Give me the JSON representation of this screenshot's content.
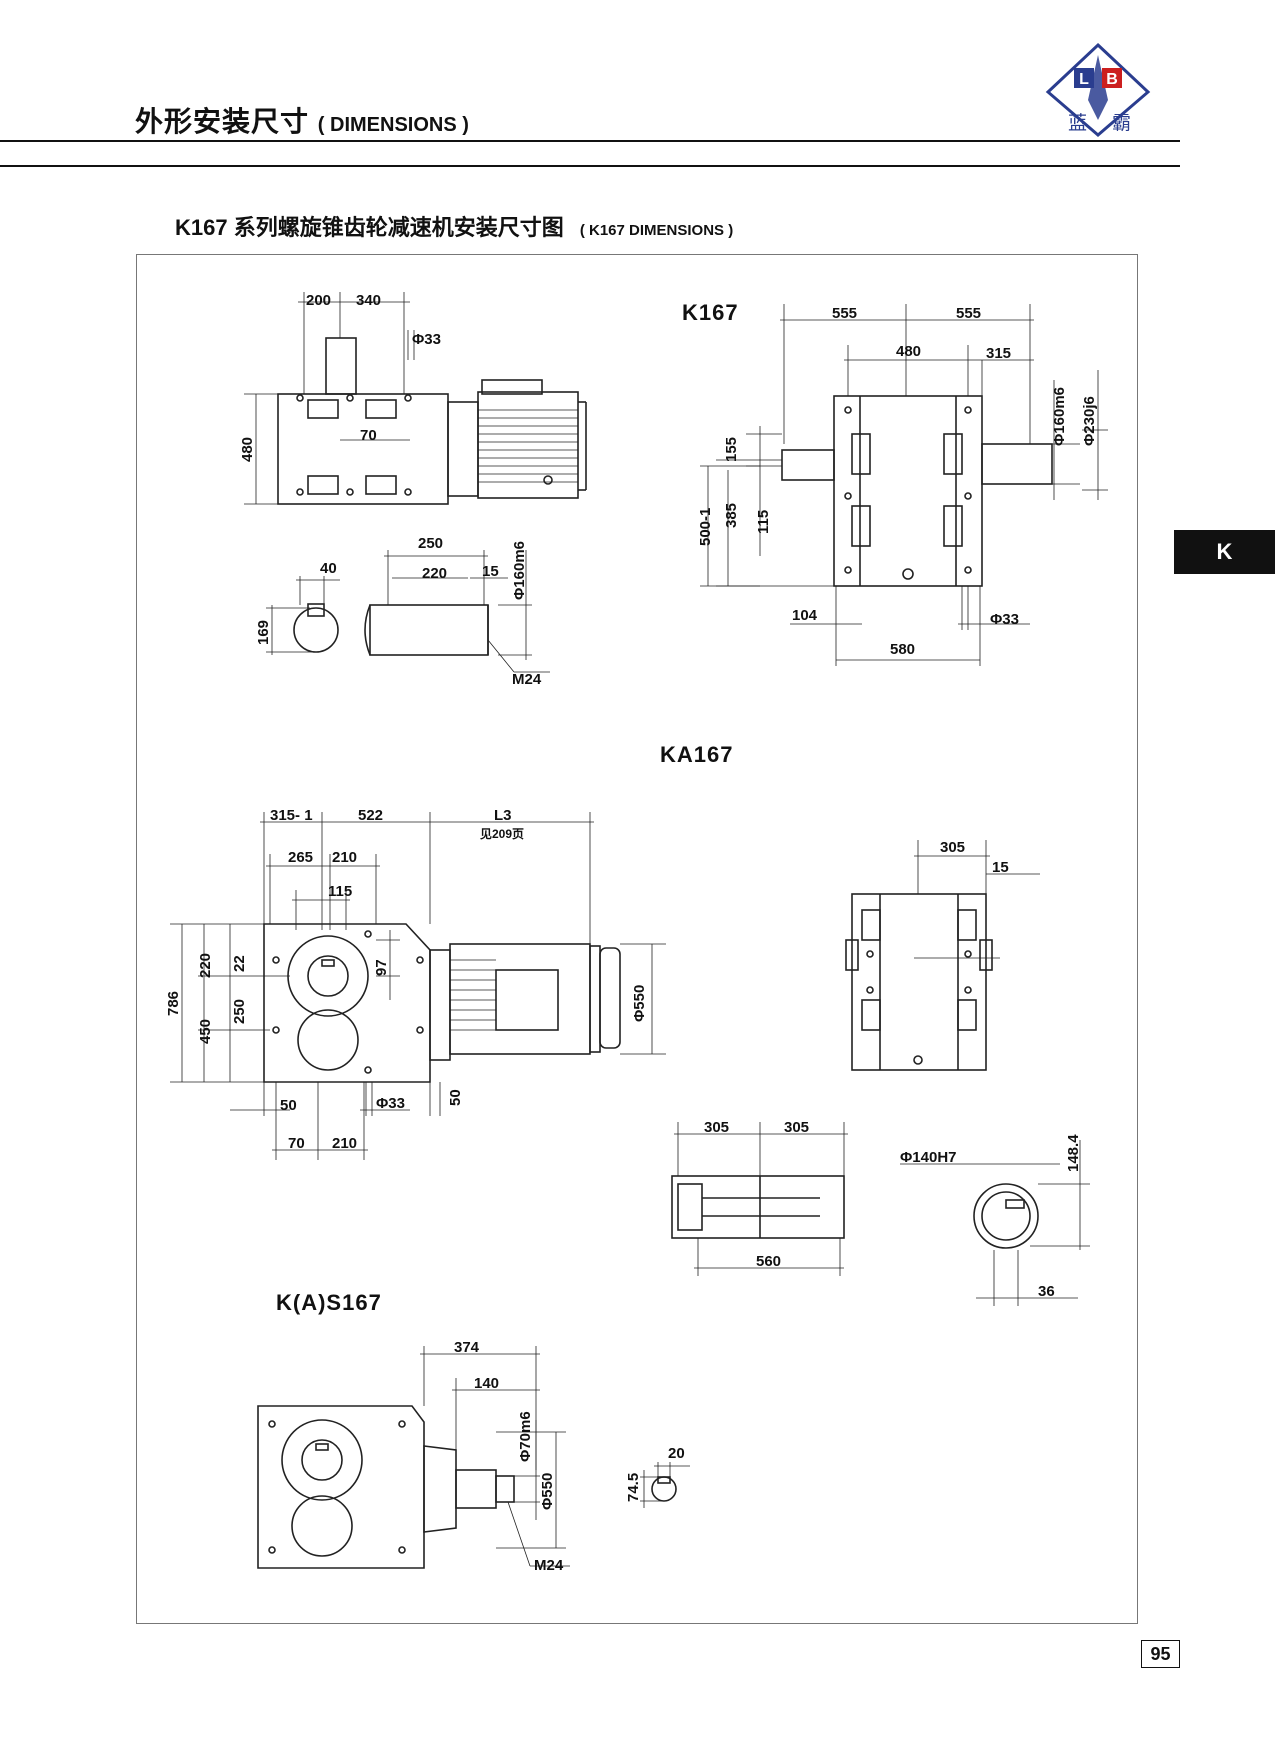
{
  "header": {
    "title_cn": "外形安装尺寸",
    "title_en": "( DIMENSIONS )",
    "logo_letter_left": "L",
    "logo_letter_right": "B",
    "logo_cn_left": "蓝",
    "logo_cn_right": "霸"
  },
  "section": {
    "title_cn": "K167  系列螺旋锥齿轮减速机安装尺寸图",
    "title_en": "( K167 DIMENSIONS )"
  },
  "side_tab": "K",
  "page_number": "95",
  "views": {
    "k167_label": "K167",
    "ka167_label": "KA167",
    "ks167_label": "K(A)S167"
  },
  "dims": {
    "top_left": {
      "d200": "200",
      "d340": "340",
      "d33": "Φ33",
      "d480": "480",
      "d70": "70"
    },
    "shaft": {
      "d40": "40",
      "d169": "169",
      "d250": "250",
      "d220": "220",
      "d15": "15",
      "d160m6": "Φ160m6",
      "m24": "M24"
    },
    "k167_side": {
      "d555a": "555",
      "d555b": "555",
      "d480": "480",
      "d315": "315",
      "d160m6": "Φ160m6",
      "d230j6": "Φ230j6",
      "d155": "155",
      "d385": "385",
      "d115": "115",
      "d500": "500-1",
      "d104": "104",
      "d580": "580",
      "d33": "Φ33"
    },
    "ka167_front": {
      "d315": "315- 1",
      "d522": "522",
      "l3": "L3",
      "l3_note": "见209页",
      "d265": "265",
      "d210a": "210",
      "d115": "115",
      "d220": "220",
      "d22": "22",
      "d786": "786",
      "d250": "250",
      "d450": "450",
      "d97": "97",
      "d550": "Φ550",
      "d50a": "50",
      "d33": "Φ33",
      "d50b": "50",
      "d70": "70",
      "d210b": "210"
    },
    "ka167_side": {
      "d305": "305",
      "d15": "15"
    },
    "hollow": {
      "d305a": "305",
      "d305b": "305",
      "d560": "560",
      "d140h7": "Φ140H7",
      "d148": "148.4",
      "d36": "36"
    },
    "ks167": {
      "d374": "374",
      "d140": "140",
      "d70m6": "Φ70m6",
      "d550": "Φ550",
      "m24": "M24",
      "d20": "20",
      "d745": "74.5"
    }
  },
  "colors": {
    "logo_blue": "#2a3d8f",
    "logo_red": "#cc1f1f"
  }
}
